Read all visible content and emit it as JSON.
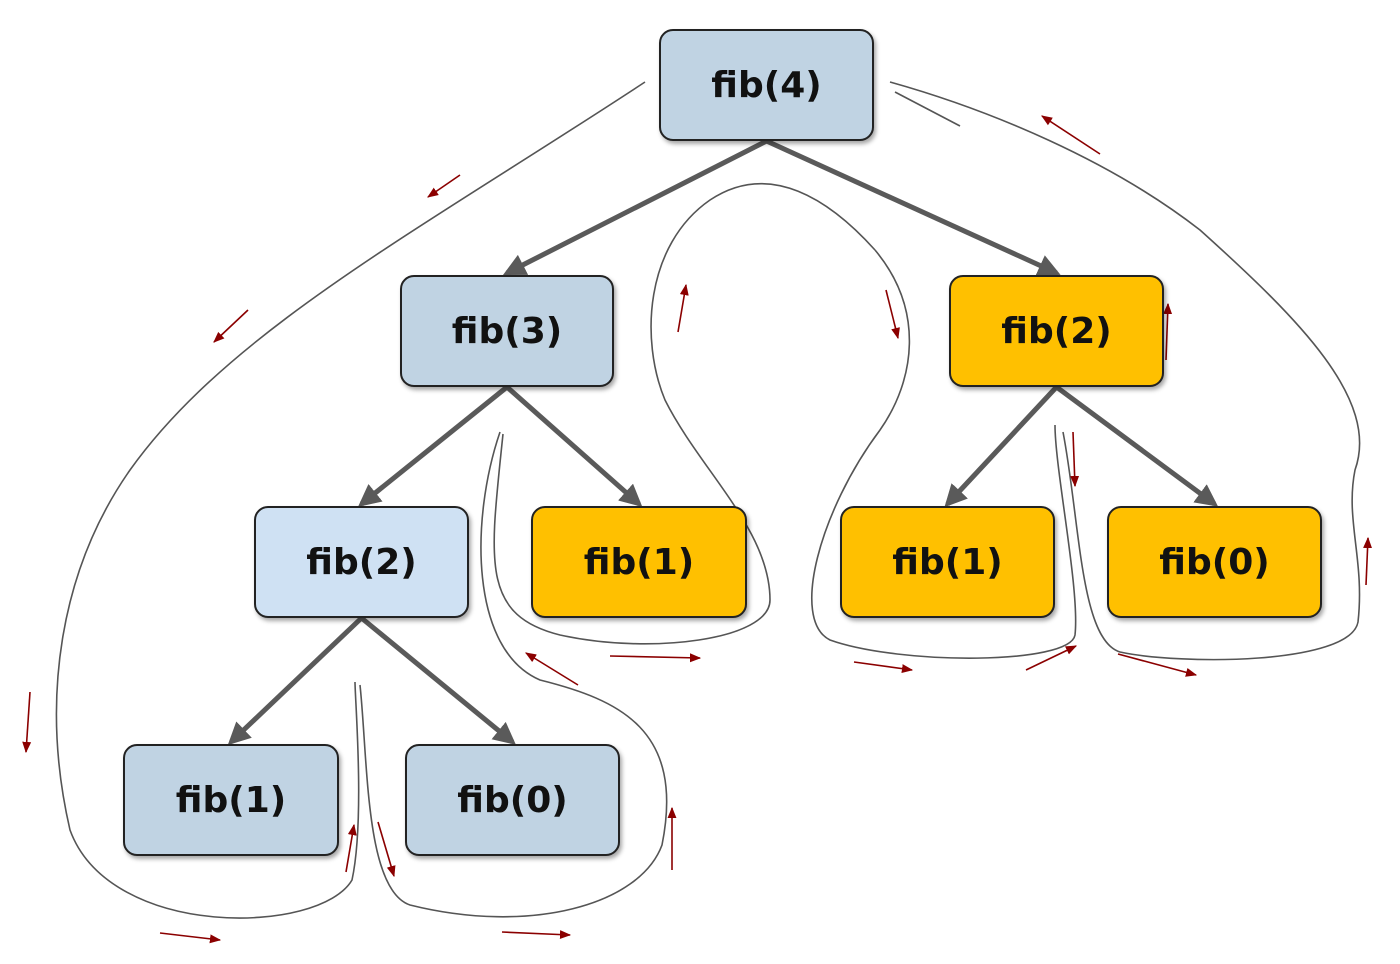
{
  "colors": {
    "cached": "#c0d3e3",
    "cached_light": "#cfe1f3",
    "computed": "#ffc000",
    "edge": "#5a5a5a",
    "trace": "#555555",
    "trace_arrow": "#8b0000"
  },
  "nodes": {
    "n_fib4": {
      "label": "fib(4)",
      "fill": "cached"
    },
    "n_fib3": {
      "label": "fib(3)",
      "fill": "cached"
    },
    "n_fib2r": {
      "label": "fib(2)",
      "fill": "computed"
    },
    "n_fib2l": {
      "label": "fib(2)",
      "fill": "cached_light"
    },
    "n_fib1m": {
      "label": "fib(1)",
      "fill": "computed"
    },
    "n_fib1r": {
      "label": "fib(1)",
      "fill": "computed"
    },
    "n_fib0r": {
      "label": "fib(0)",
      "fill": "computed"
    },
    "n_fib1l": {
      "label": "fib(1)",
      "fill": "cached"
    },
    "n_fib0l": {
      "label": "fib(0)",
      "fill": "cached"
    }
  },
  "edges": [
    [
      "n_fib4",
      "n_fib3"
    ],
    [
      "n_fib4",
      "n_fib2r"
    ],
    [
      "n_fib3",
      "n_fib2l"
    ],
    [
      "n_fib3",
      "n_fib1m"
    ],
    [
      "n_fib2r",
      "n_fib1r"
    ],
    [
      "n_fib2r",
      "n_fib0r"
    ],
    [
      "n_fib2l",
      "n_fib1l"
    ],
    [
      "n_fib2l",
      "n_fib0l"
    ]
  ]
}
